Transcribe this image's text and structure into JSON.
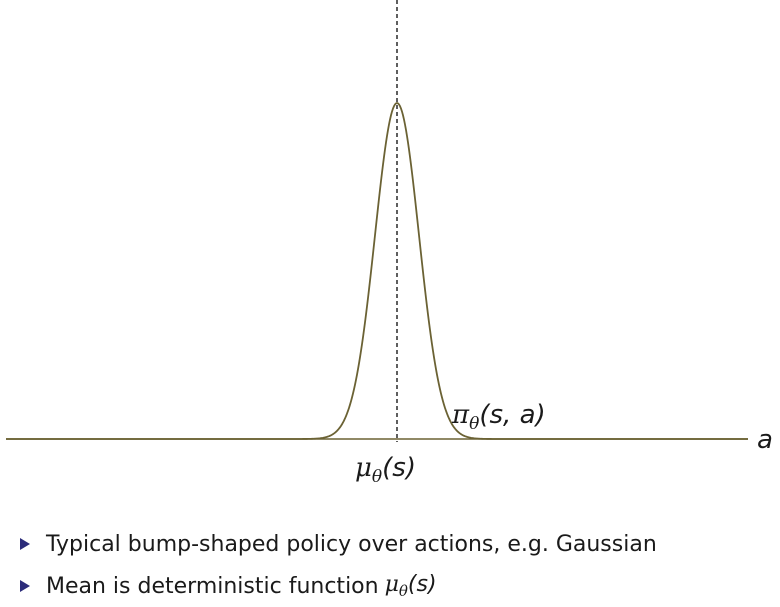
{
  "figure": {
    "curve_label_name": "π",
    "curve_label_sub": "θ",
    "curve_label_args": "(s, a)",
    "mean_label_name": "μ",
    "mean_label_sub": "θ",
    "mean_label_args": "(s)",
    "axis_label": "a",
    "colors": {
      "curve": "#6b6234",
      "axis": "#6b6234",
      "dashed": "#1a1a1a"
    }
  },
  "bullets": [
    {
      "text": "Typical bump-shaped policy over actions, e.g. Gaussian"
    },
    {
      "text": "Mean is deterministic function",
      "math_name": "μ",
      "math_sub": "θ",
      "math_args": "(s)"
    }
  ],
  "colors": {
    "bullet_marker": "#2b2b7a",
    "text": "#1a1a1a",
    "background": "#ffffff"
  }
}
